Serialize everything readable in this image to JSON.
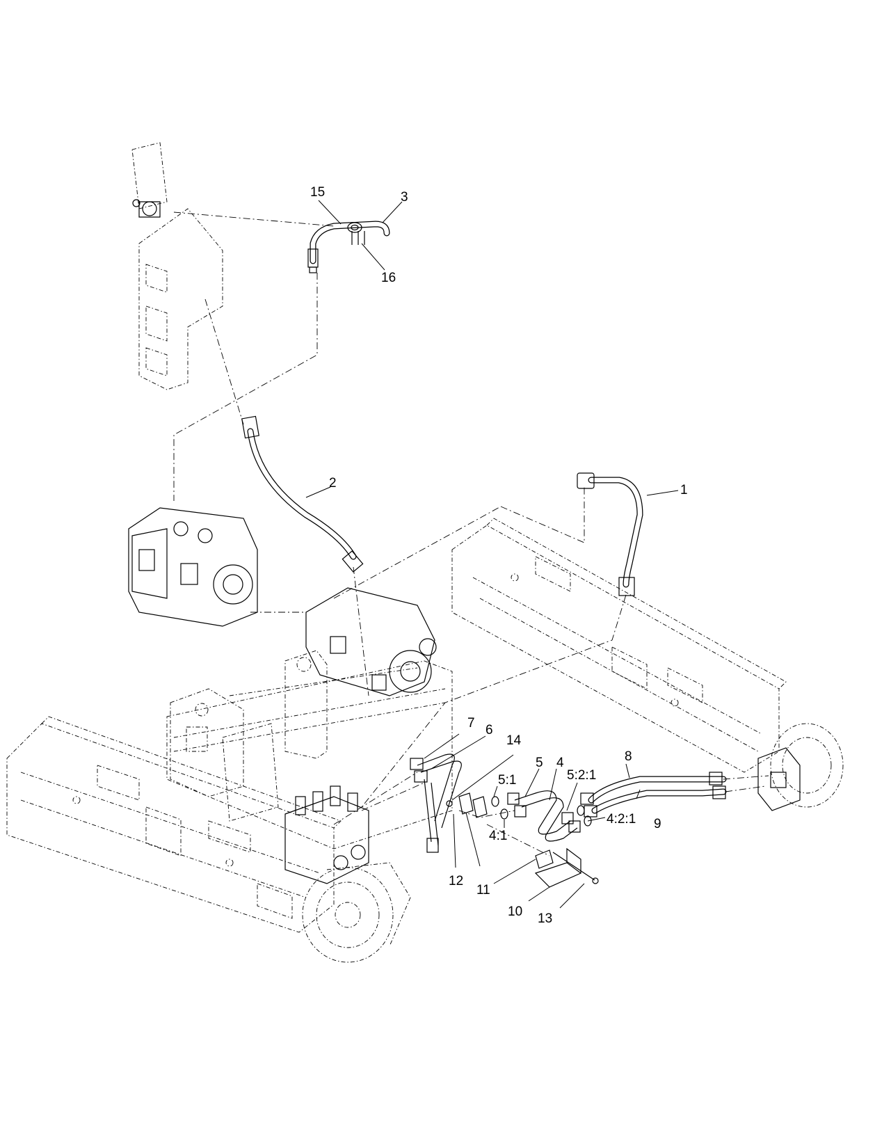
{
  "callouts": [
    {
      "id": "c1",
      "text": "1"
    },
    {
      "id": "c2",
      "text": "2"
    },
    {
      "id": "c3",
      "text": "3"
    },
    {
      "id": "c4",
      "text": "4"
    },
    {
      "id": "c4-1",
      "text": "4:1"
    },
    {
      "id": "c4-2-1",
      "text": "4:2:1"
    },
    {
      "id": "c5",
      "text": "5"
    },
    {
      "id": "c5-1",
      "text": "5:1"
    },
    {
      "id": "c5-2-1",
      "text": "5:2:1"
    },
    {
      "id": "c6",
      "text": "6"
    },
    {
      "id": "c7",
      "text": "7"
    },
    {
      "id": "c8",
      "text": "8"
    },
    {
      "id": "c9",
      "text": "9"
    },
    {
      "id": "c10",
      "text": "10"
    },
    {
      "id": "c11",
      "text": "11"
    },
    {
      "id": "c12",
      "text": "12"
    },
    {
      "id": "c13",
      "text": "13"
    },
    {
      "id": "c14",
      "text": "14"
    },
    {
      "id": "c15",
      "text": "15"
    },
    {
      "id": "c16",
      "text": "16"
    }
  ]
}
